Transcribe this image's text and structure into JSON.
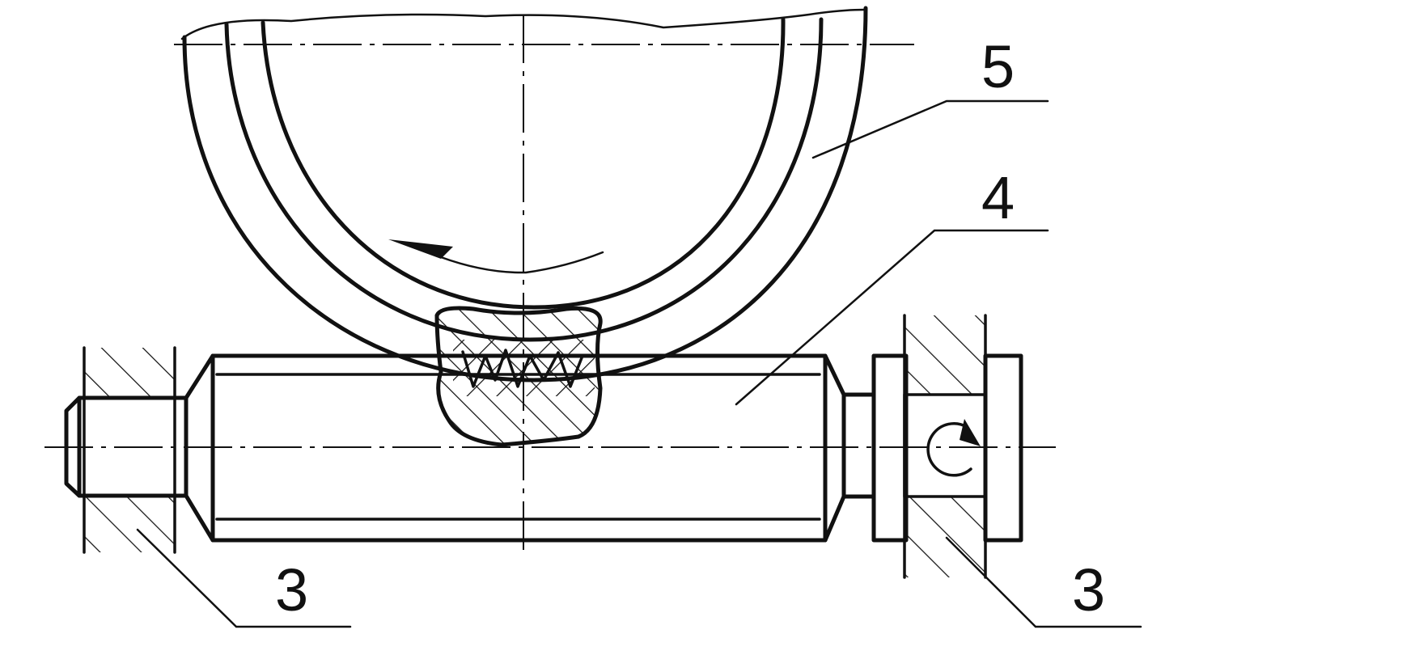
{
  "labels": {
    "part_5": "5",
    "part_4": "4",
    "part_3_left": "3",
    "part_3_right": "3"
  },
  "colors": {
    "ink": "#111111",
    "paper": "#ffffff"
  }
}
